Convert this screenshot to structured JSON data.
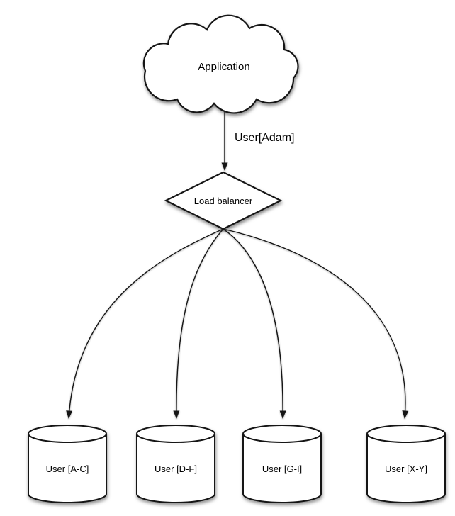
{
  "diagram": {
    "background_color": "#ffffff",
    "stroke_color": "#151515",
    "nodes": {
      "application": {
        "shape": "cloud",
        "label": "Application"
      },
      "load_balancer": {
        "shape": "diamond",
        "label": "Load balancer"
      },
      "shards": [
        {
          "shape": "cylinder",
          "label": "User [A-C]"
        },
        {
          "shape": "cylinder",
          "label": "User [D-F]"
        },
        {
          "shape": "cylinder",
          "label": "User [G-I]"
        },
        {
          "shape": "cylinder",
          "label": "User [X-Y]"
        }
      ]
    },
    "edges": {
      "app_to_lb": {
        "label": "User[Adam]"
      }
    }
  }
}
